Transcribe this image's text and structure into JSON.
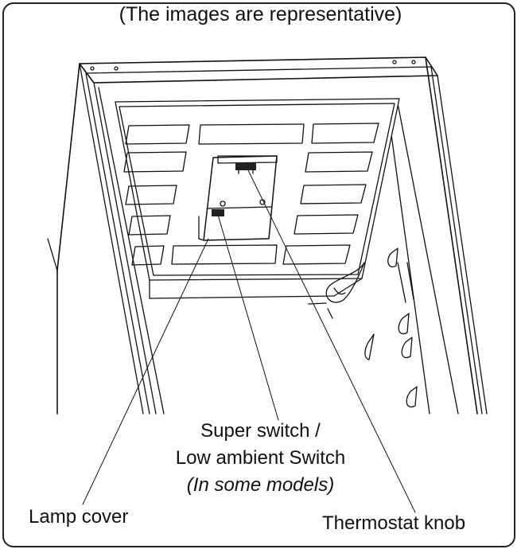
{
  "caption": "(The images are representative)",
  "labels": {
    "super_switch_line1": "Super switch /",
    "super_switch_line2": "Low ambient Switch",
    "super_switch_line3": "(In some models)",
    "lamp_cover": "Lamp cover",
    "thermostat_knob": "Thermostat knob"
  },
  "colors": {
    "line": "#111111",
    "background": "#ffffff"
  }
}
